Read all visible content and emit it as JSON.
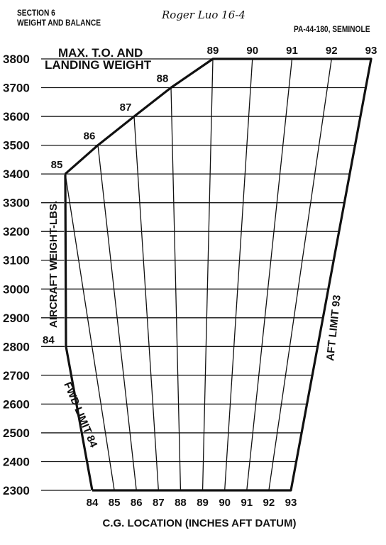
{
  "header": {
    "section_line1": "SECTION 6",
    "section_line2": "WEIGHT AND BALANCE",
    "signature": "Roger Luo 16-4",
    "model": "PA-44-180, SEMINOLE"
  },
  "chart_data": {
    "type": "line",
    "title": "",
    "xlabel": "C.G. LOCATION (INCHES AFT DATUM)",
    "ylabel": "AIRCRAFT WEIGHT-LBS.",
    "xlim": [
      84,
      93
    ],
    "ylim": [
      2300,
      3800
    ],
    "x_ticks": [
      "84",
      "85",
      "86",
      "87",
      "88",
      "89",
      "90",
      "91",
      "92",
      "93"
    ],
    "y_ticks": [
      "2300",
      "2400",
      "2500",
      "2600",
      "2700",
      "2800",
      "2900",
      "3000",
      "3100",
      "3200",
      "3300",
      "3400",
      "3500",
      "3600",
      "3700",
      "3800"
    ],
    "series": [
      {
        "name": "",
        "points": [
          [
            84,
            2300
          ],
          [
            84,
            2800
          ],
          [
            85,
            3400
          ],
          [
            86,
            3500
          ],
          [
            87,
            3600
          ],
          [
            88,
            3700
          ],
          [
            89,
            3800
          ],
          [
            93,
            3800
          ],
          [
            93,
            2300
          ],
          [
            84,
            2300
          ]
        ]
      }
    ],
    "top_cg_labels": [
      "85",
      "86",
      "87",
      "88",
      "89",
      "90",
      "91",
      "92",
      "93"
    ],
    "side_label_84": "84",
    "annotations": {
      "max_weight_line1": "MAX. T.O. AND",
      "max_weight_line2": "LANDING WEIGHT",
      "fwd_limit": "FWD LIMIT 84",
      "aft_limit": "AFT LIMIT 93"
    }
  }
}
